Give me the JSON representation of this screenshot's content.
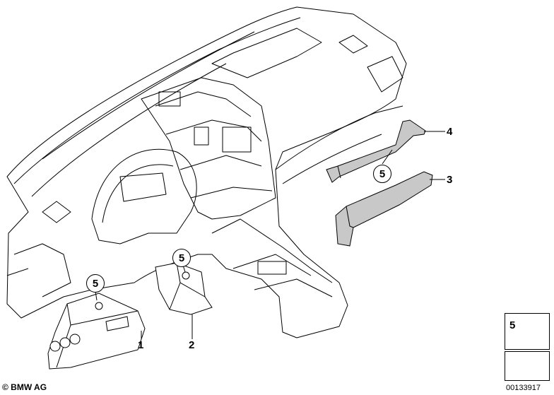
{
  "callouts": {
    "c1": "1",
    "c2": "2",
    "c3": "3",
    "c4": "4",
    "screw_a": "5",
    "screw_b": "5",
    "screw_c": "5"
  },
  "legend": {
    "item_number": "5",
    "icon": "screw-icon",
    "arrow_icon": "arrow-icon"
  },
  "footer": {
    "copyright": "© BMW AG",
    "image_number": "00133917"
  },
  "colors": {
    "line": "#000000",
    "part_fill": "#c8c8c8",
    "background": "#ffffff"
  }
}
